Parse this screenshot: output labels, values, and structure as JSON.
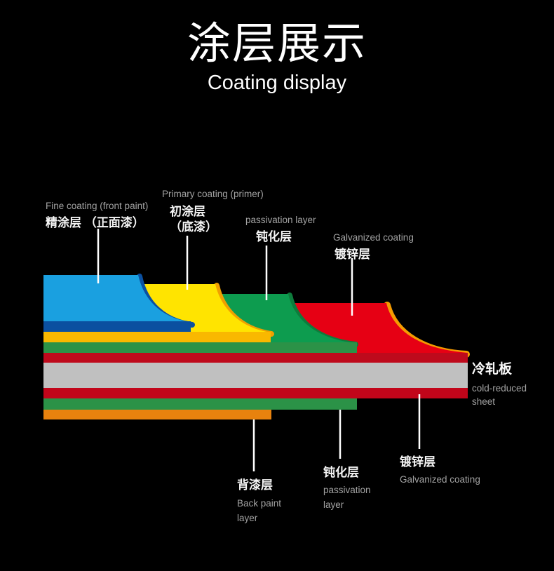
{
  "title": {
    "zh": "涂层展示",
    "en": "Coating display"
  },
  "colors": {
    "background": "#000000",
    "leader_line": "#ffffff",
    "text_zh": "#f5f5f5",
    "text_en": "#a3a3a3",
    "blue_top": "#1aa0e0",
    "blue_edge": "#0b50a0",
    "yellow_top": "#ffe400",
    "yellow_edge": "#f9b800",
    "yellow_curl": "#f0a000",
    "green_top": "#0d9c4f",
    "green_edge": "#2b9247",
    "green_curl": "#0e7c3c",
    "red_top": "#e60014",
    "red_edge": "#be0a1c",
    "red_curl": "#f59b00",
    "gray_sheet": "#c0c0c0",
    "bottom_red": "#c2051a",
    "bottom_green": "#2b9247",
    "bottom_orange": "#e8820e"
  },
  "callouts": {
    "fine_coating": {
      "en": "Fine coating (front paint)",
      "zh": "精涂层 （正面漆）"
    },
    "primary_coating": {
      "en": "Primary coating (primer)",
      "zh_line1": "初涂层",
      "zh_line2": "（底漆）"
    },
    "passivation_top": {
      "en": "passivation layer",
      "zh": "钝化层"
    },
    "galvanized_top": {
      "en": "Galvanized coating",
      "zh": "镀锌层"
    },
    "cold_reduced_sheet": {
      "zh": "冷轧板",
      "en_line1": "cold-reduced",
      "en_line2": "sheet"
    },
    "back_paint": {
      "zh": "背漆层",
      "en_line1": "Back paint",
      "en_line2": "layer"
    },
    "passivation_bottom": {
      "zh": "钝化层",
      "en_line1": "passivation",
      "en_line2": "layer"
    },
    "galvanized_bottom": {
      "zh": "镀锌层",
      "en": "Galvanized coating"
    }
  }
}
